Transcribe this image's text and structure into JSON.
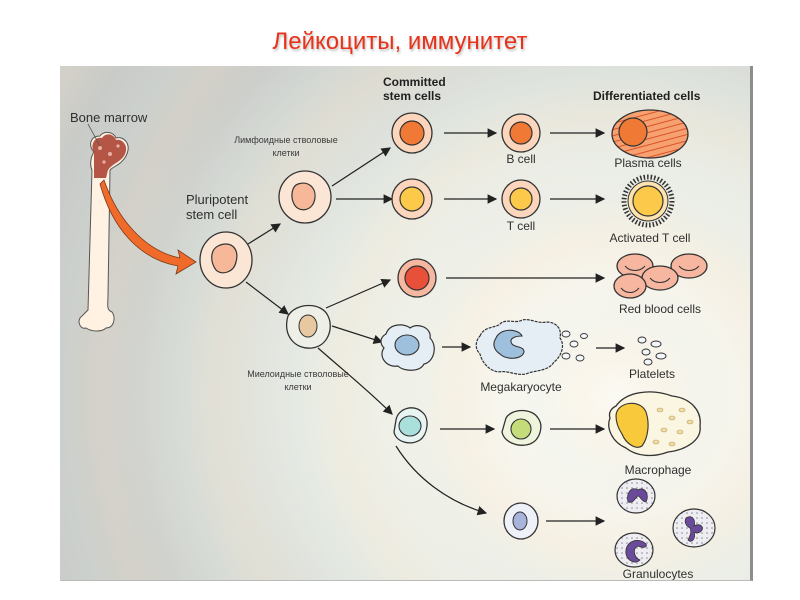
{
  "slide": {
    "title": "Лейкоциты, иммунитет"
  },
  "diagram": {
    "headers": {
      "committed_line1": "Committed",
      "committed_line2": "stem cells",
      "differentiated": "Differentiated cells"
    },
    "labels": {
      "bone_marrow": "Bone marrow",
      "pluripotent_line1": "Pluripotent",
      "pluripotent_line2": "stem cell",
      "lymphoid_line1": "Лимфоидные стволовые",
      "lymphoid_line2": "клетки",
      "myeloid_line1": "Миелоидные стволовые",
      "myeloid_line2": "клетки",
      "b_cell": "B cell",
      "t_cell": "T cell",
      "plasma_cells": "Plasma cells",
      "activated_t_cell": "Activated T cell",
      "red_blood_cells": "Red blood cells",
      "megakaryocyte": "Megakaryocyte",
      "platelets": "Platelets",
      "macrophage": "Macrophage",
      "granulocytes": "Granulocytes"
    },
    "colors": {
      "title": "#e8321a",
      "arrow_orange": "#f06a2a",
      "cell_outer": "#fbe0cc",
      "b_nucleus": "#f07a35",
      "t_nucleus": "#fcc94a",
      "rbc_nucleus": "#e8503a",
      "megakaryo_nucleus": "#9fc0dc",
      "macro_nucleus": "#f8c93a",
      "granulo_nucleus": "#6a4a9a",
      "monocyte_nucleus": "#a9e0dc",
      "promono_nucleus": "#c4dd7a"
    }
  }
}
